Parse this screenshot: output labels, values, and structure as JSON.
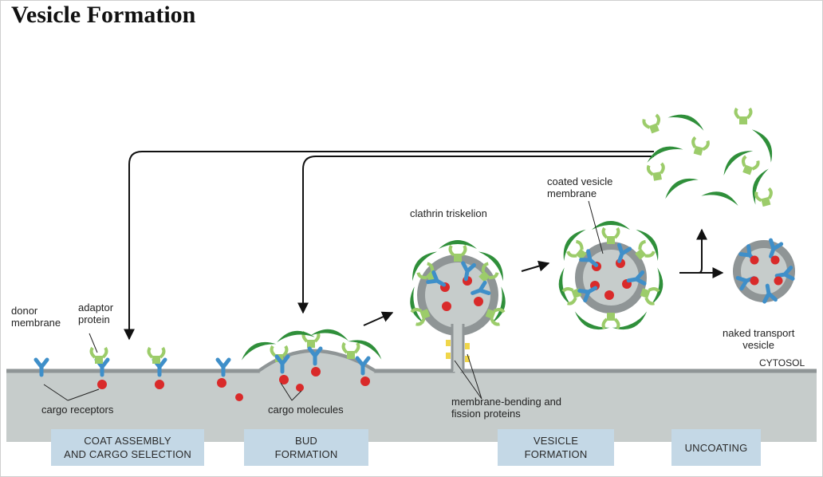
{
  "title": "Vesicle Formation",
  "labels": {
    "donor_membrane": "donor\nmembrane",
    "adaptor_protein": "adaptor\nprotein",
    "cargo_receptors": "cargo receptors",
    "cargo_molecules": "cargo molecules",
    "clathrin_triskelion": "clathrin triskelion",
    "membrane_bending": "membrane-bending and\nfission proteins",
    "coated_vesicle_membrane": "coated vesicle\nmembrane",
    "naked_transport_vesicle": "naked transport\nvesicle",
    "cytosol": "CYTOSOL"
  },
  "stages": [
    "COAT ASSEMBLY\nAND CARGO SELECTION",
    "BUD\nFORMATION",
    "VESICLE\nFORMATION",
    "UNCOATING"
  ],
  "colors": {
    "membrane": "#8f9596",
    "lumen": "#c6cccb",
    "clathrin": "#2f8f3a",
    "adaptor": "#9ccc6a",
    "receptor": "#3f8fc9",
    "cargo": "#d92a2a",
    "stage_box": "#c4d8e6"
  }
}
